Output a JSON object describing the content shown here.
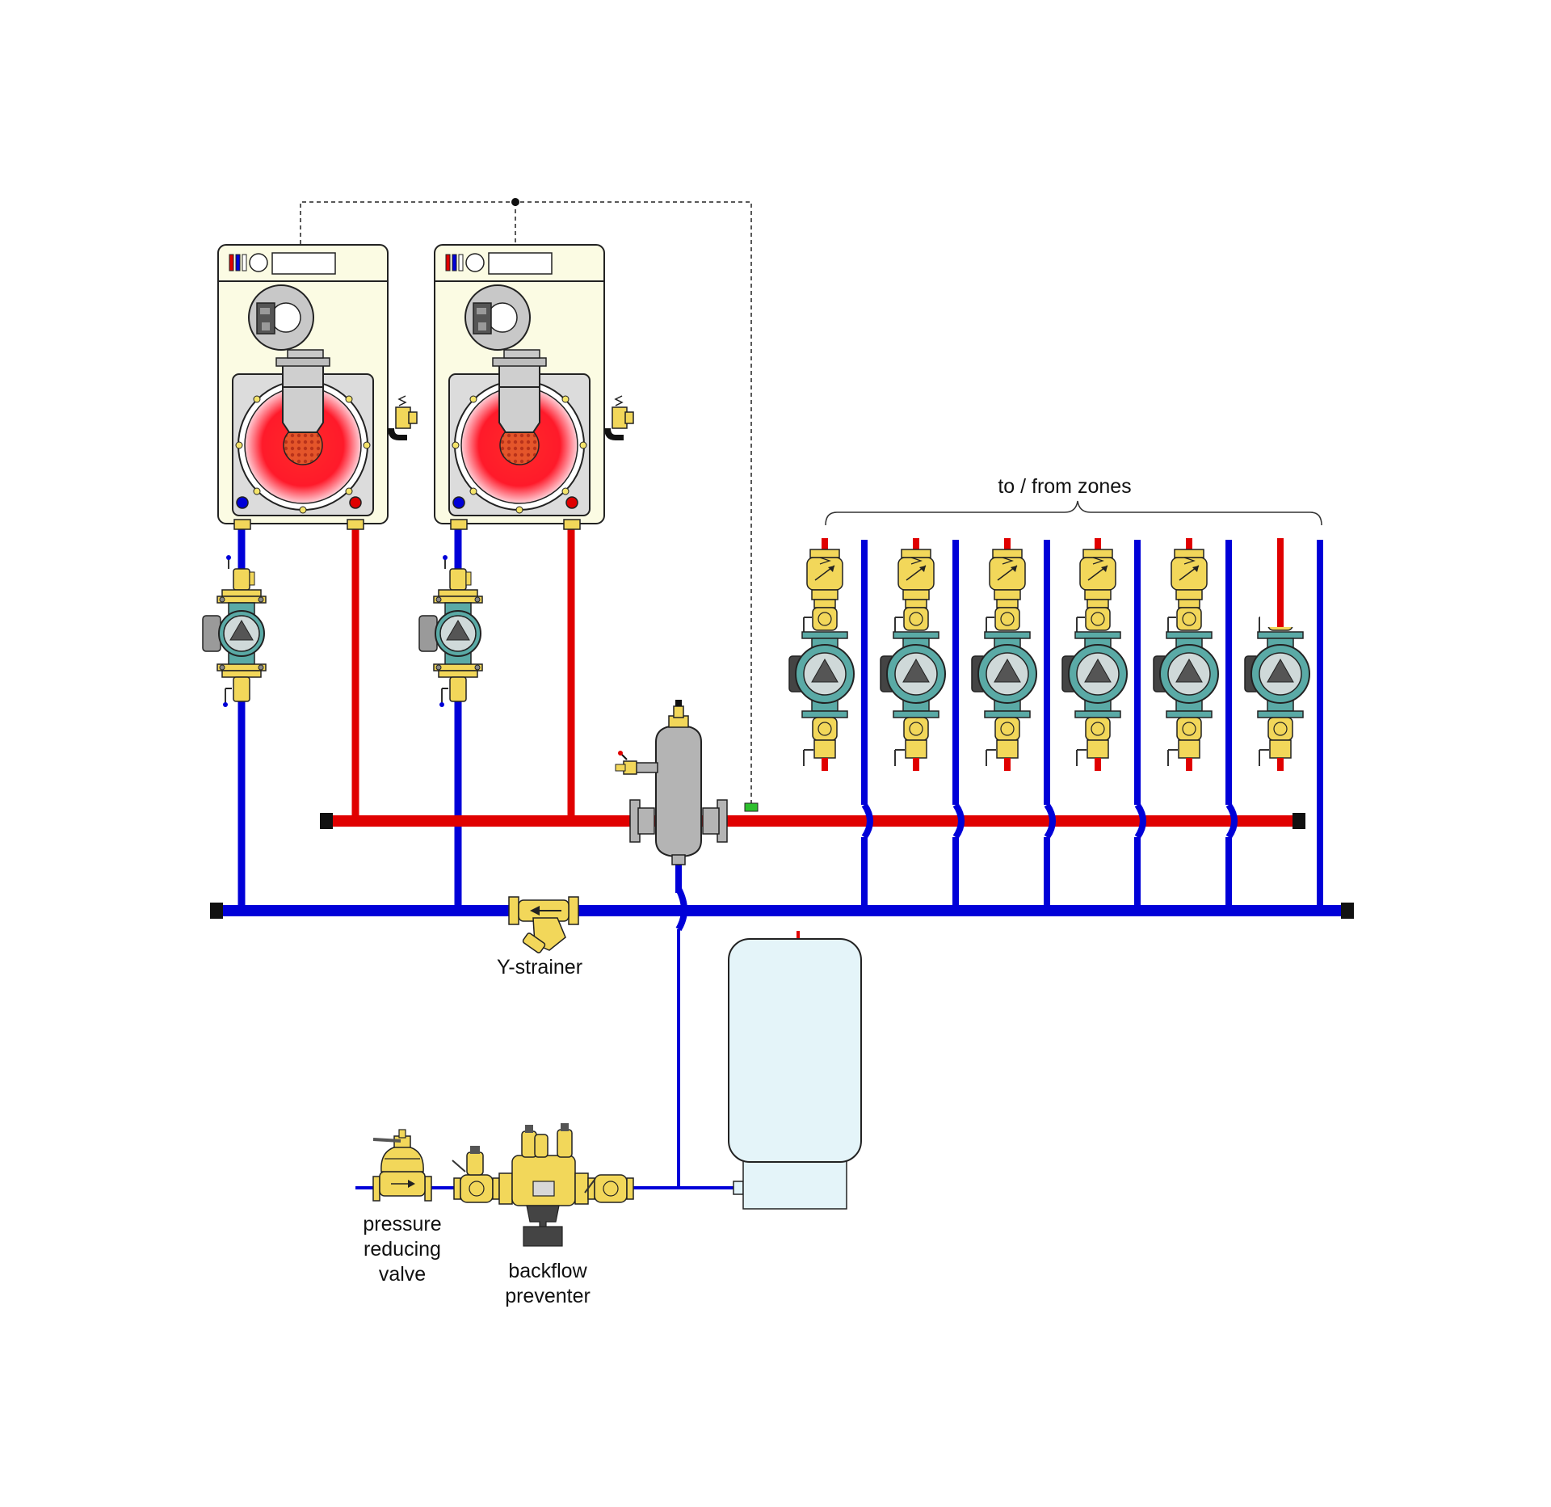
{
  "labels": {
    "zones": "to / from zones",
    "y_strainer": "Y-strainer",
    "prv_line1": "pressure",
    "prv_line2": "reducing",
    "prv_line3": "valve",
    "bfp_line1": "backflow",
    "bfp_line2": "preventer"
  },
  "colors": {
    "supply": "#e00000",
    "return": "#0000d8",
    "brass": "#f2d75a",
    "teal": "#5aaaa6",
    "boiler_cabinet": "#fbfbe3",
    "tank": "#e4f4f9",
    "separator": "#b4b4b4"
  },
  "components": {
    "boilers": 2,
    "zone_circulators": 6,
    "boiler_circulators": 2
  }
}
